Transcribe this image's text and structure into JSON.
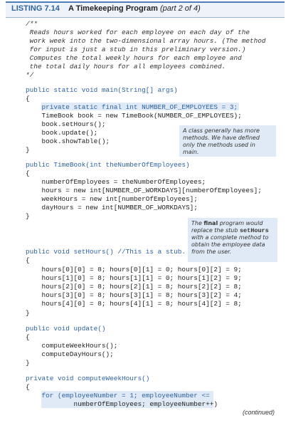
{
  "listing": {
    "number": "LISTING 7.14",
    "title": "A Timekeeping Program",
    "part": "(part 2 of 4)"
  },
  "code_lines": [
    "/**",
    " Reads hours worked for each employee on each day of the",
    " work week into the two-dimensional array hours. (The method",
    " for input is just a stub in this preliminary version.)",
    " Computes the total weekly hours for each employee and",
    " the total daily hours for all employees combined.",
    "*/",
    "public static void main(String[] args)",
    "{",
    "    private static final int NUMBER_OF_EMPLOYEES = 3;",
    "    TimeBook book = new TimeBook(NUMBER_OF_EMPLOYEES);",
    "    book.setHours();",
    "    book.update();",
    "    book.showTable();",
    "}",
    "public TimeBook(int theNumberOfEmployees)",
    "{",
    "    numberOfEmployees = theNumberOfEmployees;",
    "    hours = new int[NUMBER_OF_WORKDAYS][numberOfEmployees];",
    "    weekHours = new int[numberOfEmployees];",
    "    dayHours = new int[NUMBER_OF_WORKDAYS];",
    "}",
    "public void setHours() //This is a stub.",
    "{",
    "    hours[0][0] = 8; hours[0][1] = 0; hours[0][2] = 9;",
    "    hours[1][0] = 8; hours[1][1] = 0; hours[1][2] = 9;",
    "    hours[2][0] = 8; hours[2][1] = 8; hours[2][2] = 8;",
    "    hours[3][0] = 8; hours[3][1] = 8; hours[3][2] = 4;",
    "    hours[4][0] = 8; hours[4][1] = 8; hours[4][2] = 8;",
    "}",
    "public void update()",
    "{",
    "    computeWeekHours();",
    "    computeDayHours();",
    "}",
    "private void computeWeekHours()",
    "{",
    "    for (employeeNumber = 1; employeeNumber <=",
    "            numberOfEmployees; employeeNumber++)"
  ],
  "notes": {
    "note1": "A class generally has more methods. We have defined only the methods used in main.",
    "note1_code": "main",
    "note2_bold": "final",
    "note2_a": "The ",
    "note2_b": " program would replace the stub ",
    "note2_code": "setHours",
    "note2_c": " with a complete method to obtain the employee data from the user."
  },
  "continued": "(continued)",
  "colors": {
    "accent": "#2e62a0",
    "highlight": "#dfeaf6"
  }
}
